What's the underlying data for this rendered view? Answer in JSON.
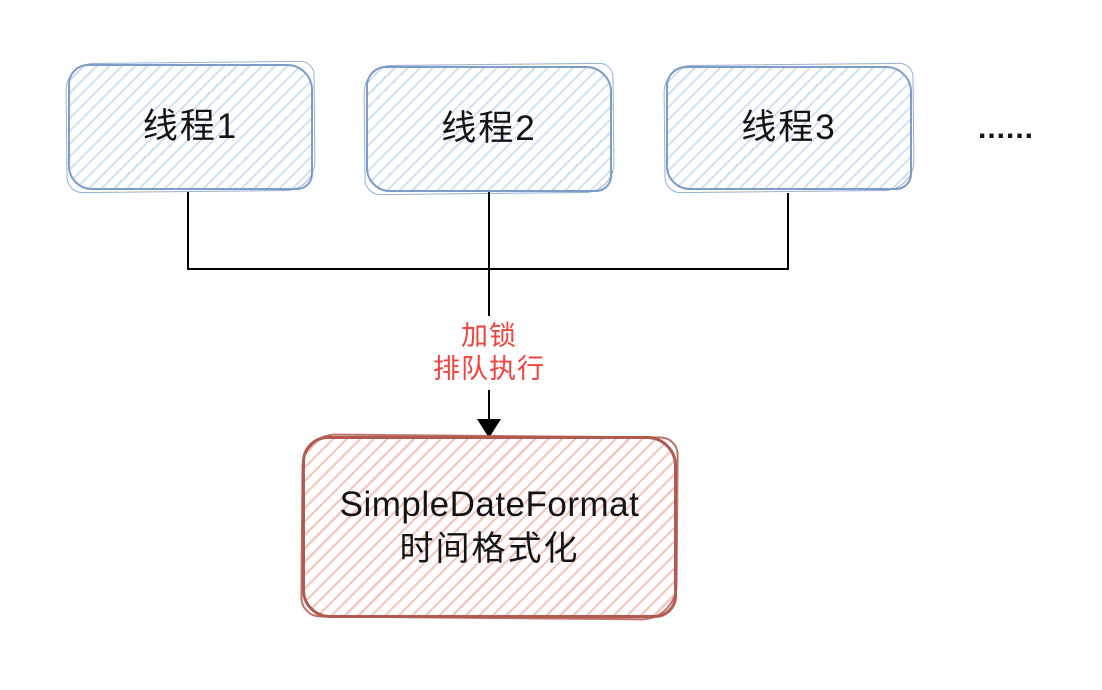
{
  "diagram": {
    "thread_boxes": [
      {
        "label": "线程1"
      },
      {
        "label": "线程2"
      },
      {
        "label": "线程3"
      }
    ],
    "ellipsis": "......",
    "arrow_label": {
      "line1": "加锁",
      "line2": "排队执行"
    },
    "target_box": {
      "line1": "SimpleDateFormat",
      "line2": "时间格式化"
    }
  },
  "colors": {
    "blue_border": "#7d9bcb",
    "blue_hatch": "#cfdef2",
    "red_border": "#b05a50",
    "red_hatch": "#f4c6c0",
    "arrow_text": "#f4433f",
    "line": "#000000",
    "box_text": "#141414",
    "background": "#ffffff"
  }
}
